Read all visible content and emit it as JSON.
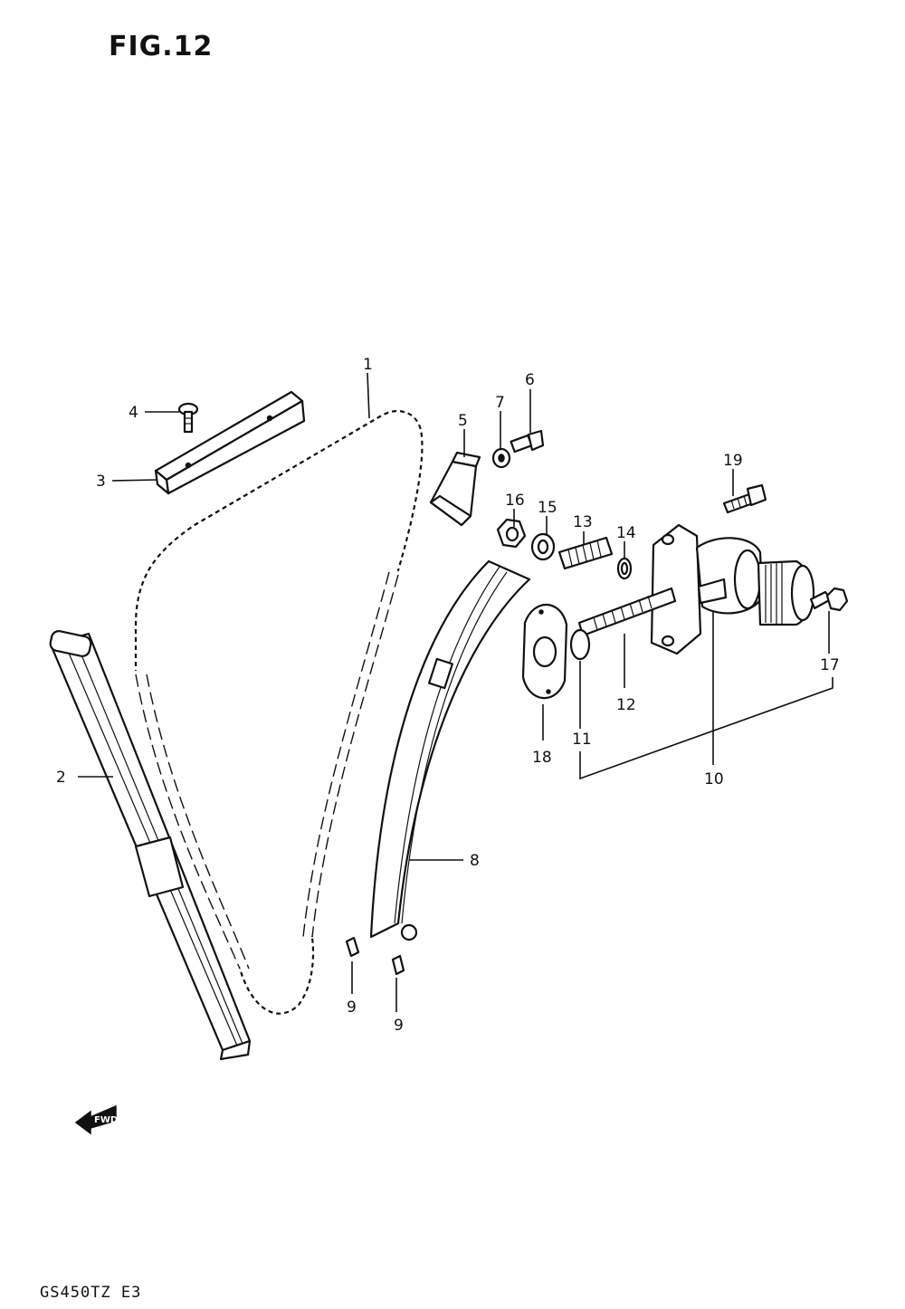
{
  "figure": {
    "title": "FIG.12",
    "model_code": "GS450TZ E3",
    "fwd_symbol": "FWD"
  },
  "callouts": {
    "c1": "1",
    "c2": "2",
    "c3": "3",
    "c4": "4",
    "c5": "5",
    "c6": "6",
    "c7": "7",
    "c8": "8",
    "c9a": "9",
    "c9b": "9",
    "c10": "10",
    "c11": "11",
    "c12": "12",
    "c13": "13",
    "c14": "14",
    "c15": "15",
    "c16": "16",
    "c17": "17",
    "c18": "18",
    "c19": "19"
  }
}
